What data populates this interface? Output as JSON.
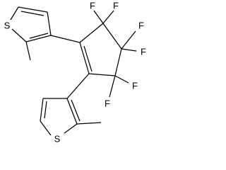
{
  "structure": {
    "atom_labels": {
      "top_thiophene_sulfur": "S",
      "bottom_thiophene_sulfur": "S",
      "f1": "F",
      "f2": "F",
      "f3": "F",
      "f4": "F",
      "f5": "F",
      "f6": "F"
    }
  },
  "colors": {
    "bond": "#000000",
    "label": "#000000",
    "background": "#ffffff"
  }
}
